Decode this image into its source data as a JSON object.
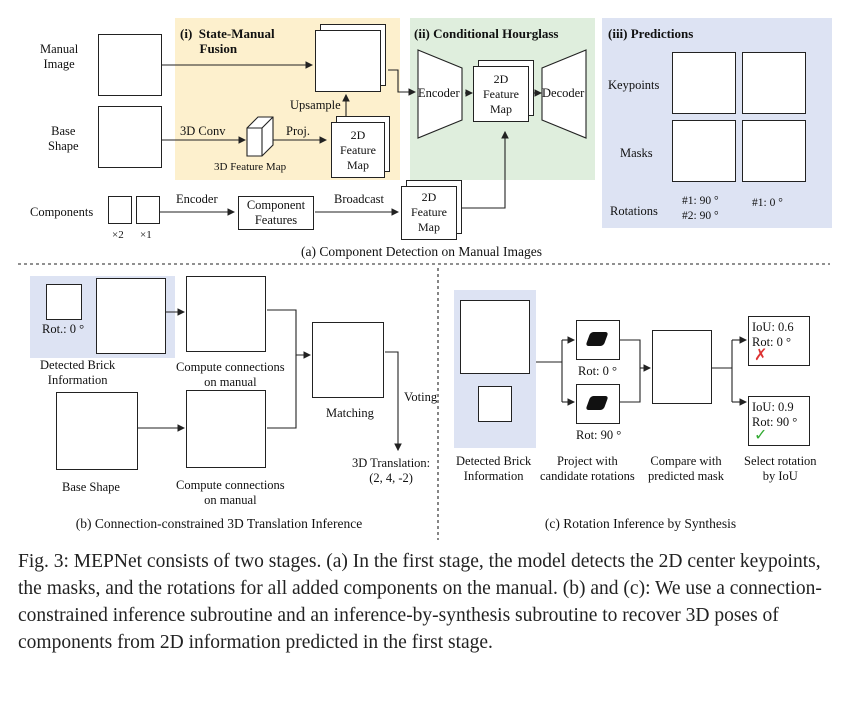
{
  "panel_a": {
    "inputs": {
      "manual": "Manual\nImage",
      "base": "Base\nShape",
      "components": "Components"
    },
    "fusion_title": "(i)  State-Manual\n      Fusion",
    "hourglass_title": "(ii) Conditional Hourglass",
    "predictions_title": "(iii) Predictions",
    "conv3d": "3D Conv",
    "proj": "Proj.",
    "feature3d": "3D Feature Map",
    "upsample": "Upsample",
    "feature2d": "2D\nFeature\nMap",
    "encoder_small": "Encoder",
    "component_features": "Component\nFeatures",
    "broadcast": "Broadcast",
    "encoder": "Encoder",
    "decoder": "Decoder",
    "count1": "×2",
    "count2": "×1",
    "pred_rows": [
      "Keypoints",
      "Masks",
      "Rotations"
    ],
    "rot_left": "#1: 90 °\n#2: 90 °",
    "rot_right": "#1: 0 °",
    "caption": "(a) Component Detection on Manual Images"
  },
  "panel_b": {
    "rot": "Rot.: 0 °",
    "detected": "Detected Brick\nInformation",
    "compute1": "Compute connections\non manual",
    "base": "Base Shape",
    "compute2": "Compute connections\non manual",
    "matching": "Matching",
    "voting": "Voting",
    "translation": "3D Translation:\n(2, 4, -2)",
    "caption": "(b) Connection-constrained 3D Translation Inference"
  },
  "panel_c": {
    "detected": "Detected Brick\nInformation",
    "rot0": "Rot: 0 °",
    "rot90": "Rot: 90 °",
    "project": "Project with\ncandidate rotations",
    "compare": "Compare with\npredicted mask",
    "result1": "IoU: 0.6\nRot: 0 °",
    "result2": "IoU: 0.9\nRot: 90 °",
    "select": "Select rotation\nby IoU",
    "caption": "(c) Rotation Inference by Synthesis",
    "reject_mark": "✗",
    "accept_mark": "✓"
  },
  "figure_caption": "Fig. 3: MEPNet consists of two stages. (a) In the first stage, the model detects the 2D center keypoints, the masks, and the rotations for all added components on the manual. (b) and (c): We use a connection-constrained inference subroutine and an inference-by-synthesis subroutine to recover 3D poses of components from 2D information predicted in the first stage.",
  "colors": {
    "fusion_bg": "#fdf0cd",
    "hourglass_bg": "#dfeedd",
    "pred_bg": "#dde3f3",
    "reject": "#d33",
    "accept": "#3a3"
  }
}
